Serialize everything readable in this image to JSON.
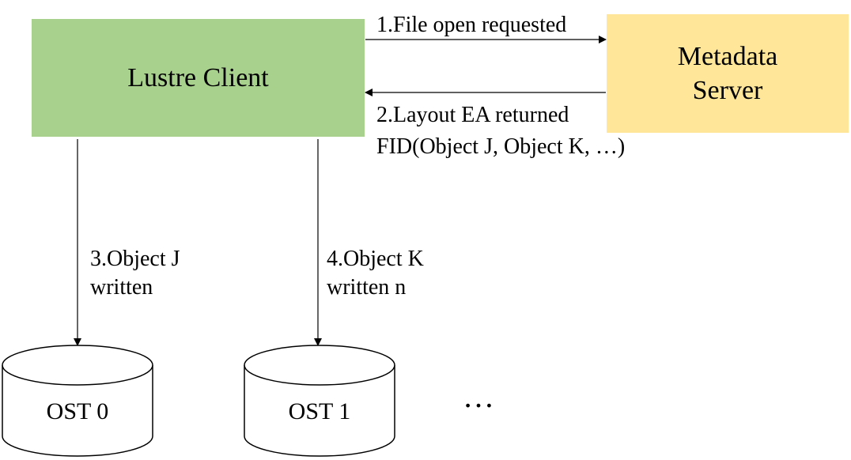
{
  "nodes": {
    "client": "Lustre Client",
    "mds_line1": "Metadata",
    "mds_line2": "Server",
    "ost0": "OST 0",
    "ost1": "OST 1",
    "more": "…"
  },
  "edges": {
    "e1": "1.File open requested",
    "e2_line1": "2.Layout EA returned",
    "e2_line2": "FID(Object J, Object K, …)",
    "e3_line1": "3.Object J",
    "e3_line2": "written",
    "e4_line1": "4.Object K",
    "e4_line2": "written n"
  },
  "colors": {
    "client_fill": "#a9d18e",
    "mds_fill": "#ffe699"
  }
}
